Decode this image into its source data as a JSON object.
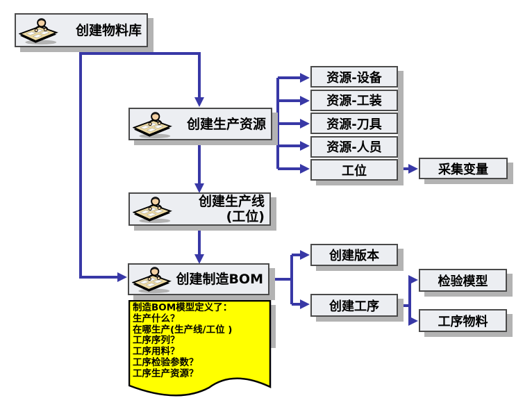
{
  "colors": {
    "arrow": "#3838a6",
    "box_fill": "#eceef2",
    "box_border": "#4a4a4a",
    "note_fill": "#ffff00",
    "shadow": "#b3b3b3"
  },
  "nodes": {
    "material_library": "创建物料库",
    "production_resource": "创建生产资源",
    "resource_items": [
      "资源-设备",
      "资源-工装",
      "资源-刀具",
      "资源-人员",
      "工位"
    ],
    "collect_variable": "采集变量",
    "production_line_line1": "创建生产线",
    "production_line_line2": "(工位)",
    "manufacturing_bom": "创建制造BOM",
    "create_version": "创建版本",
    "create_process": "创建工序",
    "inspection_model": "检验模型",
    "process_material": "工序物料"
  },
  "note_lines": [
    "制造BOM模型定义了：",
    "生产什么？",
    "在哪生产(生产线/工位 )",
    "工序序列？",
    "工序用料？",
    "工序检验参数？",
    "工序生产资源？"
  ]
}
